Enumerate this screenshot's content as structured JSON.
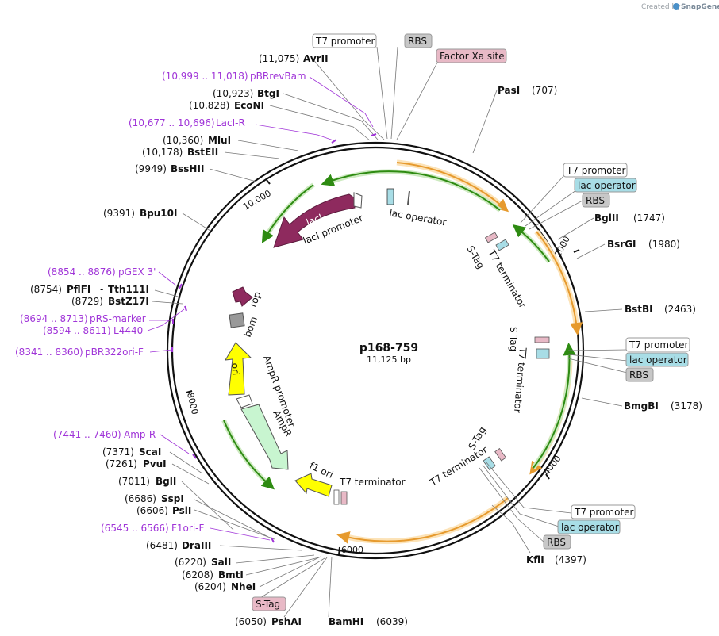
{
  "credit": {
    "prefix": "Created by",
    "brand": "SnapGene"
  },
  "plasmid": {
    "name": "p168-759",
    "size": "11,125 bp"
  },
  "ticks": [
    "2000",
    "4000",
    "6000",
    "8000",
    "10,000"
  ],
  "sites": [
    {
      "name": "PasI",
      "pos": "(707)"
    },
    {
      "name": "BglII",
      "pos": "(1747)"
    },
    {
      "name": "BsrGI",
      "pos": "(1980)"
    },
    {
      "name": "BstBI",
      "pos": "(2463)"
    },
    {
      "name": "BmgBI",
      "pos": "(3178)"
    },
    {
      "name": "KflI",
      "pos": "(4397)"
    },
    {
      "name": "BamHI",
      "pos": "(6039)"
    },
    {
      "name": "PshAI",
      "pos": "(6050)"
    },
    {
      "name": "NheI",
      "pos": "(6204)"
    },
    {
      "name": "BmtI",
      "pos": "(6208)"
    },
    {
      "name": "SalI",
      "pos": "(6220)"
    },
    {
      "name": "DraIII",
      "pos": "(6481)"
    },
    {
      "name": "PsiI",
      "pos": "(6606)"
    },
    {
      "name": "SspI",
      "pos": "(6686)"
    },
    {
      "name": "BglI",
      "pos": "(7011)"
    },
    {
      "name": "PvuI",
      "pos": "(7261)"
    },
    {
      "name": "ScaI",
      "pos": "(7371)"
    },
    {
      "name": "BstZ17I",
      "pos": "(8729)"
    },
    {
      "name": "PflFI",
      "name2": "Tth111I",
      "sep": "-",
      "pos": "(8754)"
    },
    {
      "name": "Bpu10I",
      "pos": "(9391)"
    },
    {
      "name": "BssHII",
      "pos": "(9949)"
    },
    {
      "name": "BstEII",
      "pos": "(10,178)"
    },
    {
      "name": "MluI",
      "pos": "(10,360)"
    },
    {
      "name": "EcoNI",
      "pos": "(10,828)"
    },
    {
      "name": "BtgI",
      "pos": "(10,923)"
    },
    {
      "name": "AvrII",
      "pos": "(11,075)"
    }
  ],
  "primers": [
    {
      "name": "pBRrevBam",
      "range": "(10,999 .. 11,018)"
    },
    {
      "name": "LacI-R",
      "range": "(10,677 .. 10,696)"
    },
    {
      "name": "pGEX 3'",
      "range": "(8854 .. 8876)"
    },
    {
      "name": "pRS-marker",
      "range": "(8694 .. 8713)"
    },
    {
      "name": "L4440",
      "range": "(8594 .. 8611)"
    },
    {
      "name": "pBR322ori-F",
      "range": "(8341 .. 8360)"
    },
    {
      "name": "Amp-R",
      "range": "(7441 .. 7460)"
    },
    {
      "name": "F1ori-F",
      "range": "(6545 .. 6566)"
    }
  ],
  "boxed_features": [
    {
      "text": "T7 promoter",
      "style": "white"
    },
    {
      "text": "RBS",
      "style": "gray"
    },
    {
      "text": "Factor Xa site",
      "style": "pink"
    },
    {
      "text": "T7 promoter",
      "style": "white"
    },
    {
      "text": "lac operator",
      "style": "cyan"
    },
    {
      "text": "RBS",
      "style": "gray"
    },
    {
      "text": "T7 promoter",
      "style": "white"
    },
    {
      "text": "lac operator",
      "style": "cyan"
    },
    {
      "text": "RBS",
      "style": "gray"
    },
    {
      "text": "T7 promoter",
      "style": "white"
    },
    {
      "text": "lac operator",
      "style": "cyan"
    },
    {
      "text": "RBS",
      "style": "gray"
    },
    {
      "text": "S-Tag",
      "style": "pink"
    }
  ],
  "inner_labels": {
    "lacI": "lacI",
    "lacI_promoter": "lacI promoter",
    "lac_operator": "lac operator",
    "stag1": "S-Tag",
    "t7term1": "T7 terminator",
    "stag2": "S-Tag",
    "t7term2": "T7 terminator",
    "stag3": "S-Tag",
    "t7term3": "T7 terminator",
    "t7term4": "T7 terminator",
    "f1ori": "f1 ori",
    "ampr": "AmpR",
    "ampr_promoter": "AmpR promoter",
    "ori": "ori",
    "bom": "bom",
    "rop": "rop"
  },
  "colors": {
    "backbone": "#111111",
    "primer": "#a035d8",
    "lacI": "#8e2a5e",
    "ori": "#ffff00",
    "ampr": "#c8f5d0",
    "f1ori": "#ffff00",
    "orange_arc": "#e69a2e",
    "green_arc": "#2e8b12",
    "cyan_box": "#a8dde6",
    "pink_box": "#e8b9c6",
    "gray_box": "#c7c7c7"
  }
}
